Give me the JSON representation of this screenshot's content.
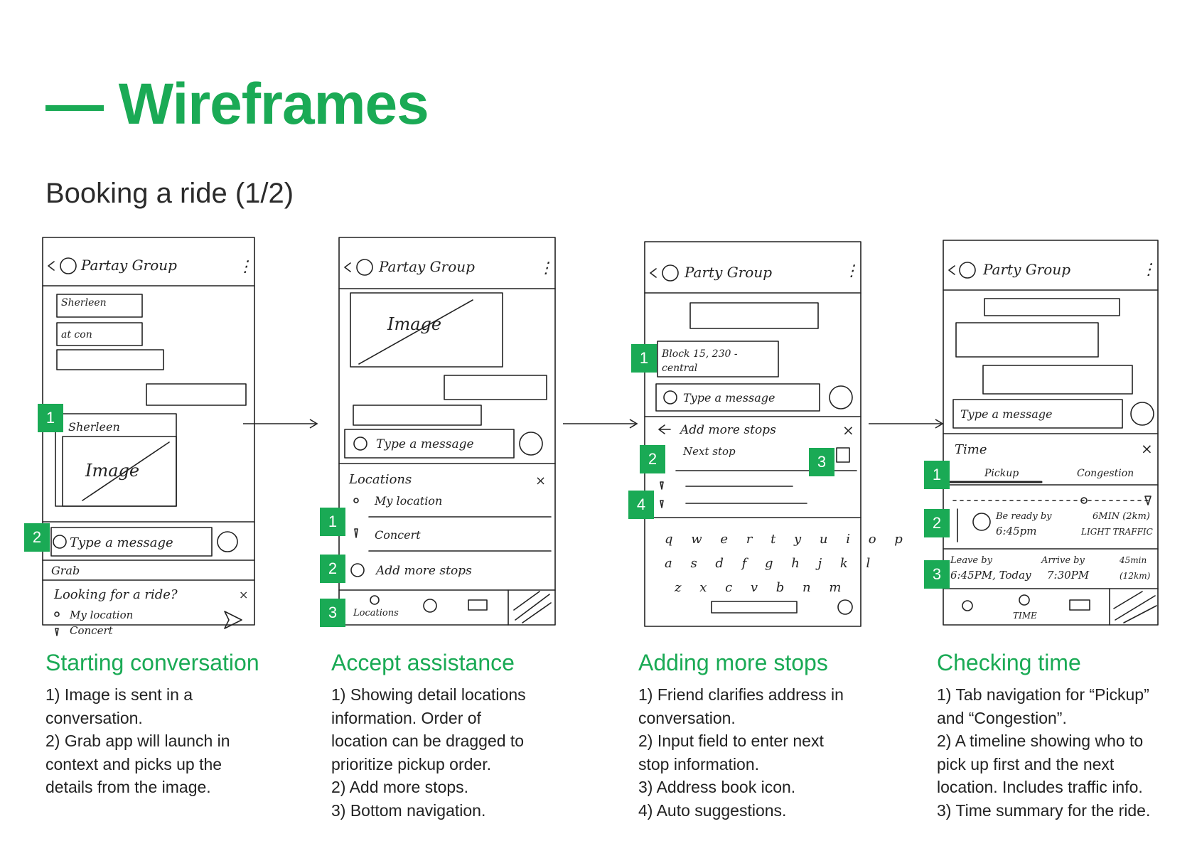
{
  "title": "— Wireframes",
  "subtitle": "Booking a ride (1/2)",
  "screens": [
    {
      "header": "Partay Group",
      "chat": [
        "Sherleen",
        "at con"
      ],
      "image_sender": "Sherleen",
      "image_label": "Image",
      "input": "Type a message",
      "tab": "Grab",
      "panel_title": "Looking for a ride?",
      "items": [
        "My location",
        "Concert"
      ],
      "caption_title": "Starting conversation",
      "caption_lines": [
        "1) Image is sent in a",
        "conversation.",
        "2) Grab app will launch in",
        "context and picks up the",
        "details from the image."
      ],
      "badges": [
        "1",
        "2"
      ]
    },
    {
      "header": "Partay Group",
      "image_label": "Image",
      "input": "Type a message",
      "panel_title": "Locations",
      "items": [
        "My location",
        "Concert"
      ],
      "add_label": "Add more stops",
      "nav_label": "Locations",
      "caption_title": "Accept assistance",
      "caption_lines": [
        "1) Showing detail locations",
        "information. Order of",
        "location can be dragged to",
        "prioritize pickup order.",
        "2) Add more stops.",
        "3) Bottom navigation."
      ],
      "badges": [
        "1",
        "2",
        "3"
      ]
    },
    {
      "header": "Party Group",
      "bubble": [
        "Block 15, 230 -",
        "central"
      ],
      "input": "Type a message",
      "panel_title": "Add more stops",
      "next_stop": "Next stop",
      "keys": [
        "q w e r t y u i o p",
        "a s d f g h j k l",
        "z x c v b n m"
      ],
      "caption_title": "Adding more stops",
      "caption_lines": [
        "1) Friend clarifies address in",
        "conversation.",
        "2) Input field to enter next",
        "stop information.",
        "3) Address book icon.",
        "4) Auto suggestions."
      ],
      "badges": [
        "1",
        "2",
        "3",
        "4"
      ]
    },
    {
      "header": "Party Group",
      "input": "Type a message",
      "panel_title": "Time",
      "tabs": [
        "Pickup",
        "Congestion"
      ],
      "ready": [
        "Be ready by",
        "6:45pm"
      ],
      "traffic": [
        "6MIN (2km)",
        "LIGHT TRAFFIC"
      ],
      "leave": [
        "Leave by",
        "6:45PM, Today"
      ],
      "arrive": [
        "Arrive by",
        "7:30PM"
      ],
      "dist": [
        "45min",
        "(12km)"
      ],
      "nav_label": "TIME",
      "caption_title": "Checking time",
      "caption_lines": [
        "1) Tab navigation for “Pickup”",
        "and “Congestion”.",
        "2) A timeline showing who to",
        "pick up first and the next",
        "location. Includes traffic info.",
        "3) Time summary for the ride."
      ],
      "badges": [
        "1",
        "2",
        "3"
      ]
    }
  ]
}
